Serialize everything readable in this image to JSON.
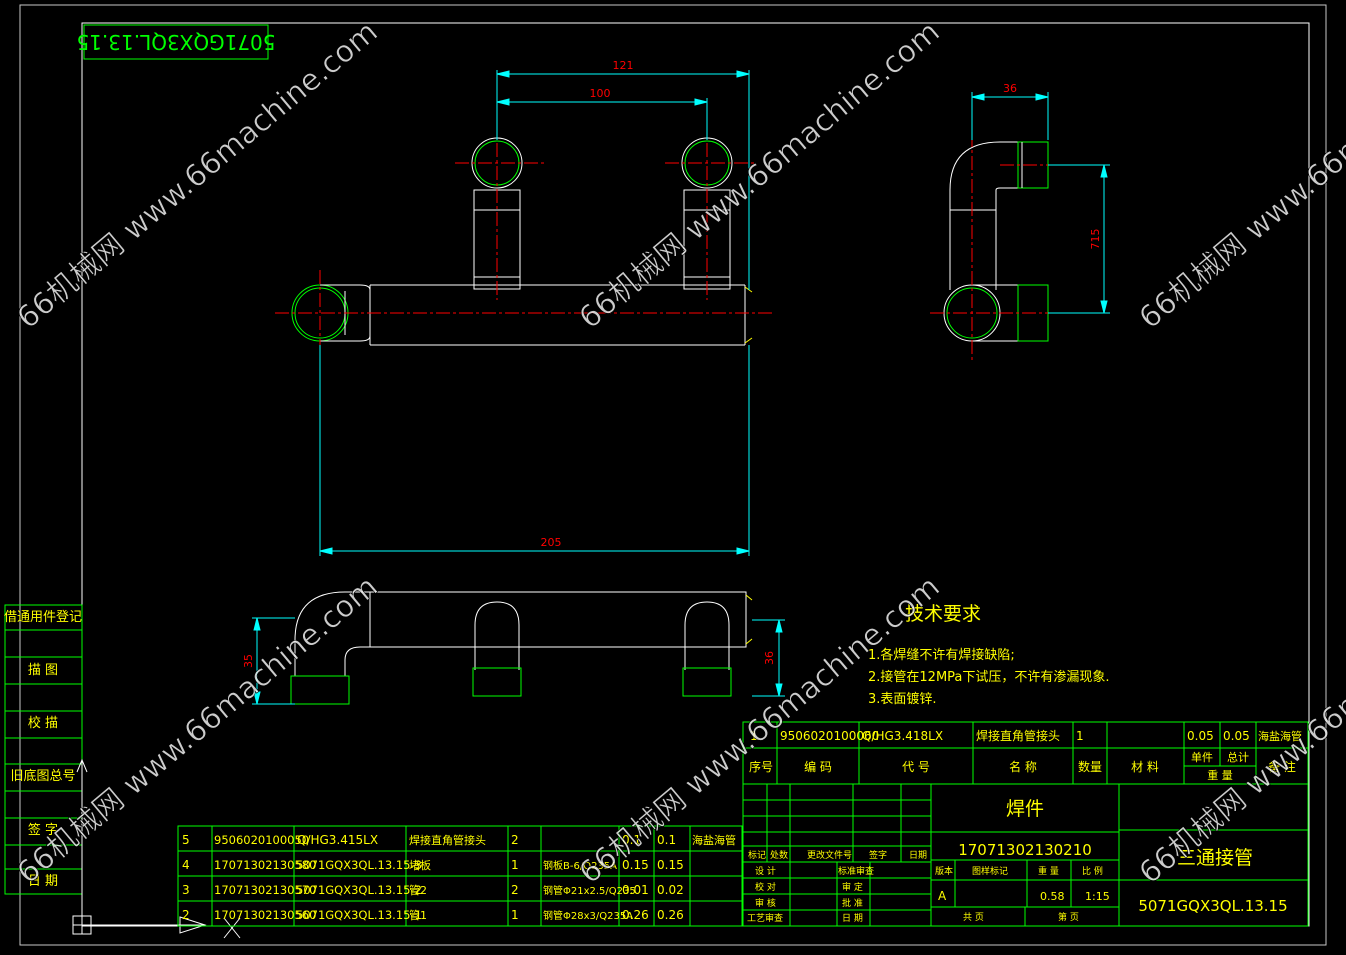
{
  "drawing_id_mirrored": "5071GQX3QL.13.15",
  "dimensions": {
    "d121": "121",
    "d100": "100",
    "d36_top": "36",
    "d715": "715",
    "d205": "205",
    "d35": "35",
    "d36_side": "36"
  },
  "left_margin_labels": [
    "借通用件登记",
    "描 图",
    "校 描",
    "旧底图总号",
    "签 字",
    "日 期"
  ],
  "tech_requirements": {
    "title": "技术要求",
    "items": [
      "1.各焊缝不许有焊接缺陷;",
      "2.接管在12MPa下试压，不许有渗漏现象.",
      "3.表面镀锌."
    ]
  },
  "bom_upper_row": {
    "seq": "1",
    "code": "9506020100060",
    "std": "Q/HG3.418LX",
    "name": "焊接直角管接头",
    "qty": "1",
    "w1": "0.05",
    "w2": "0.05",
    "note": "海盐海管"
  },
  "bom_header": {
    "seq": "序号",
    "code": "编 码",
    "std": "代 号",
    "name": "名 称",
    "qty": "数量",
    "material": "材 料",
    "unit_weight": "单件",
    "total_weight": "总计",
    "weight": "重 量",
    "note": "备 注"
  },
  "bom_rows": [
    {
      "seq": "5",
      "code": "9506020100050",
      "std": "Q/HG3.415LX",
      "name": "焊接直角管接头",
      "qty": "2",
      "material": "",
      "w1": "0.1",
      "w2": "0.1",
      "note": "海盐海管"
    },
    {
      "seq": "4",
      "code": "17071302130580",
      "std": "5071GQX3QL.13.15-3",
      "name": "堵板",
      "qty": "1",
      "material": "钢板B-6/Q235A",
      "w1": "0.15",
      "w2": "0.15",
      "note": ""
    },
    {
      "seq": "3",
      "code": "17071302130570",
      "std": "5071GQX3QL.13.15-2",
      "name": "管2",
      "qty": "2",
      "material": "钢管Φ21x2.5/Q235",
      "w1": "0.01",
      "w2": "0.02",
      "note": ""
    },
    {
      "seq": "2",
      "code": "17071302130560",
      "std": "5071GQX3QL.13.15-1",
      "name": "管1",
      "qty": "1",
      "material": "钢管Φ28x3/Q235A",
      "w1": "0.26",
      "w2": "0.26",
      "note": ""
    }
  ],
  "title_block": {
    "weld_label": "焊件",
    "part_code": "17071302130210",
    "part_name": "三通接管",
    "drawing_no": "5071GQX3QL.13.15",
    "sign_headers": [
      "标记",
      "处数",
      "更改文件号",
      "签字",
      "日期"
    ],
    "roles_left": [
      "设 计",
      "校 对",
      "审 核",
      "工艺审查"
    ],
    "roles_right": [
      "标准审查",
      "审 定",
      "批 准",
      "日 期"
    ],
    "stage_headers": [
      "版本",
      "图样标记",
      "重 量",
      "比 例"
    ],
    "version": "A",
    "weight": "0.58",
    "scale": "1:15",
    "sheet_total": "共 页",
    "sheet_no": "第 页"
  },
  "watermark": "66机械网 www.66machine.com",
  "colors": {
    "background": "#000000",
    "line": "#ffffff",
    "outline": "#00ff00",
    "dim": "#00ffff",
    "center": "#ff0000",
    "text": "#ffff00",
    "watermark": "#ffffff"
  }
}
